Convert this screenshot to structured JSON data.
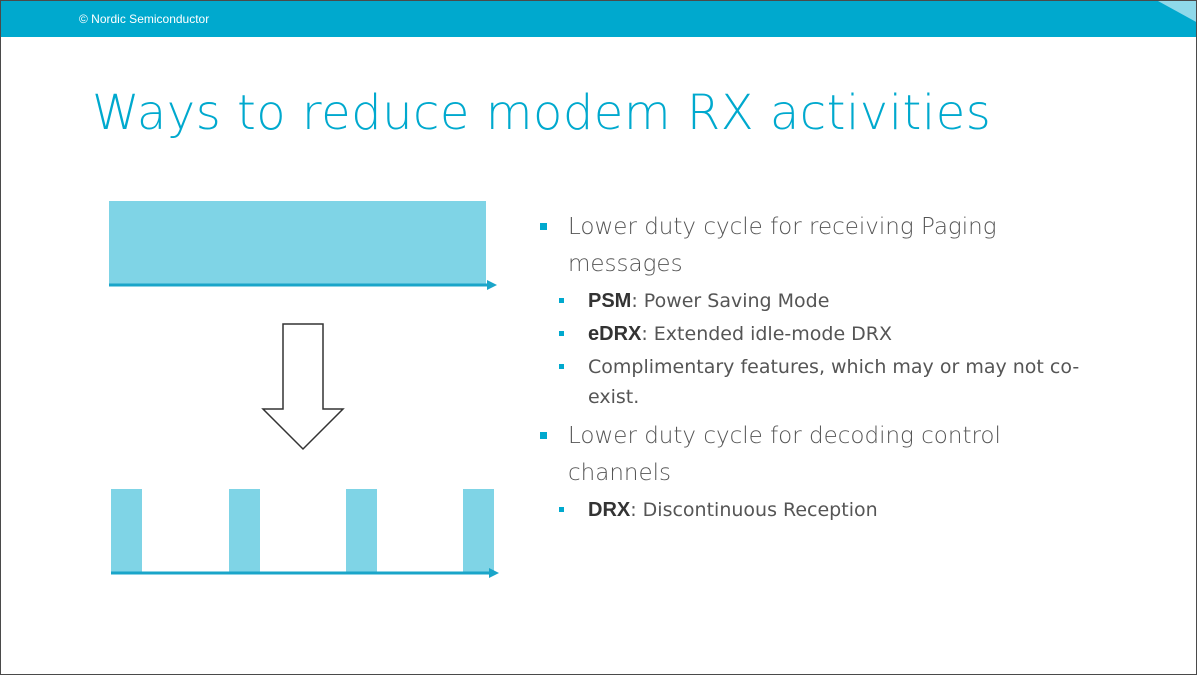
{
  "header": {
    "copyright": "© Nordic Semiconductor"
  },
  "title": "Ways to reduce modem RX activities",
  "colors": {
    "accent": "#00a9ce",
    "block": "#7fd4e6",
    "text": "#555555"
  },
  "bullets": [
    {
      "text": "Lower duty cycle for receiving Paging messages",
      "sub": [
        {
          "term": "PSM",
          "desc": ": Power Saving Mode"
        },
        {
          "term": "eDRX",
          "desc": ": Extended idle-mode DRX"
        },
        {
          "term": "",
          "desc": "Complimentary features, which may or may not co-exist."
        }
      ]
    },
    {
      "text": "Lower duty cycle for decoding control channels",
      "sub": [
        {
          "term": "DRX",
          "desc": ": Discontinuous Reception"
        }
      ]
    }
  ]
}
